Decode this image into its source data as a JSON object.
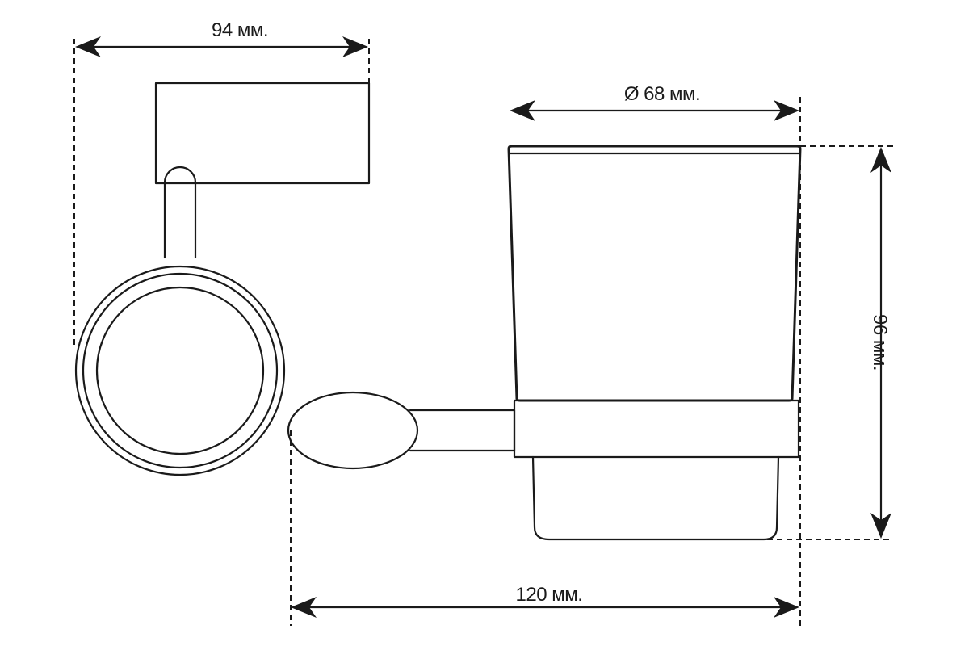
{
  "dimensions": {
    "bracket_width": "94 мм.",
    "cup_diameter": "Ø 68 мм.",
    "cup_height": "96 мм.",
    "total_length": "120 мм."
  }
}
